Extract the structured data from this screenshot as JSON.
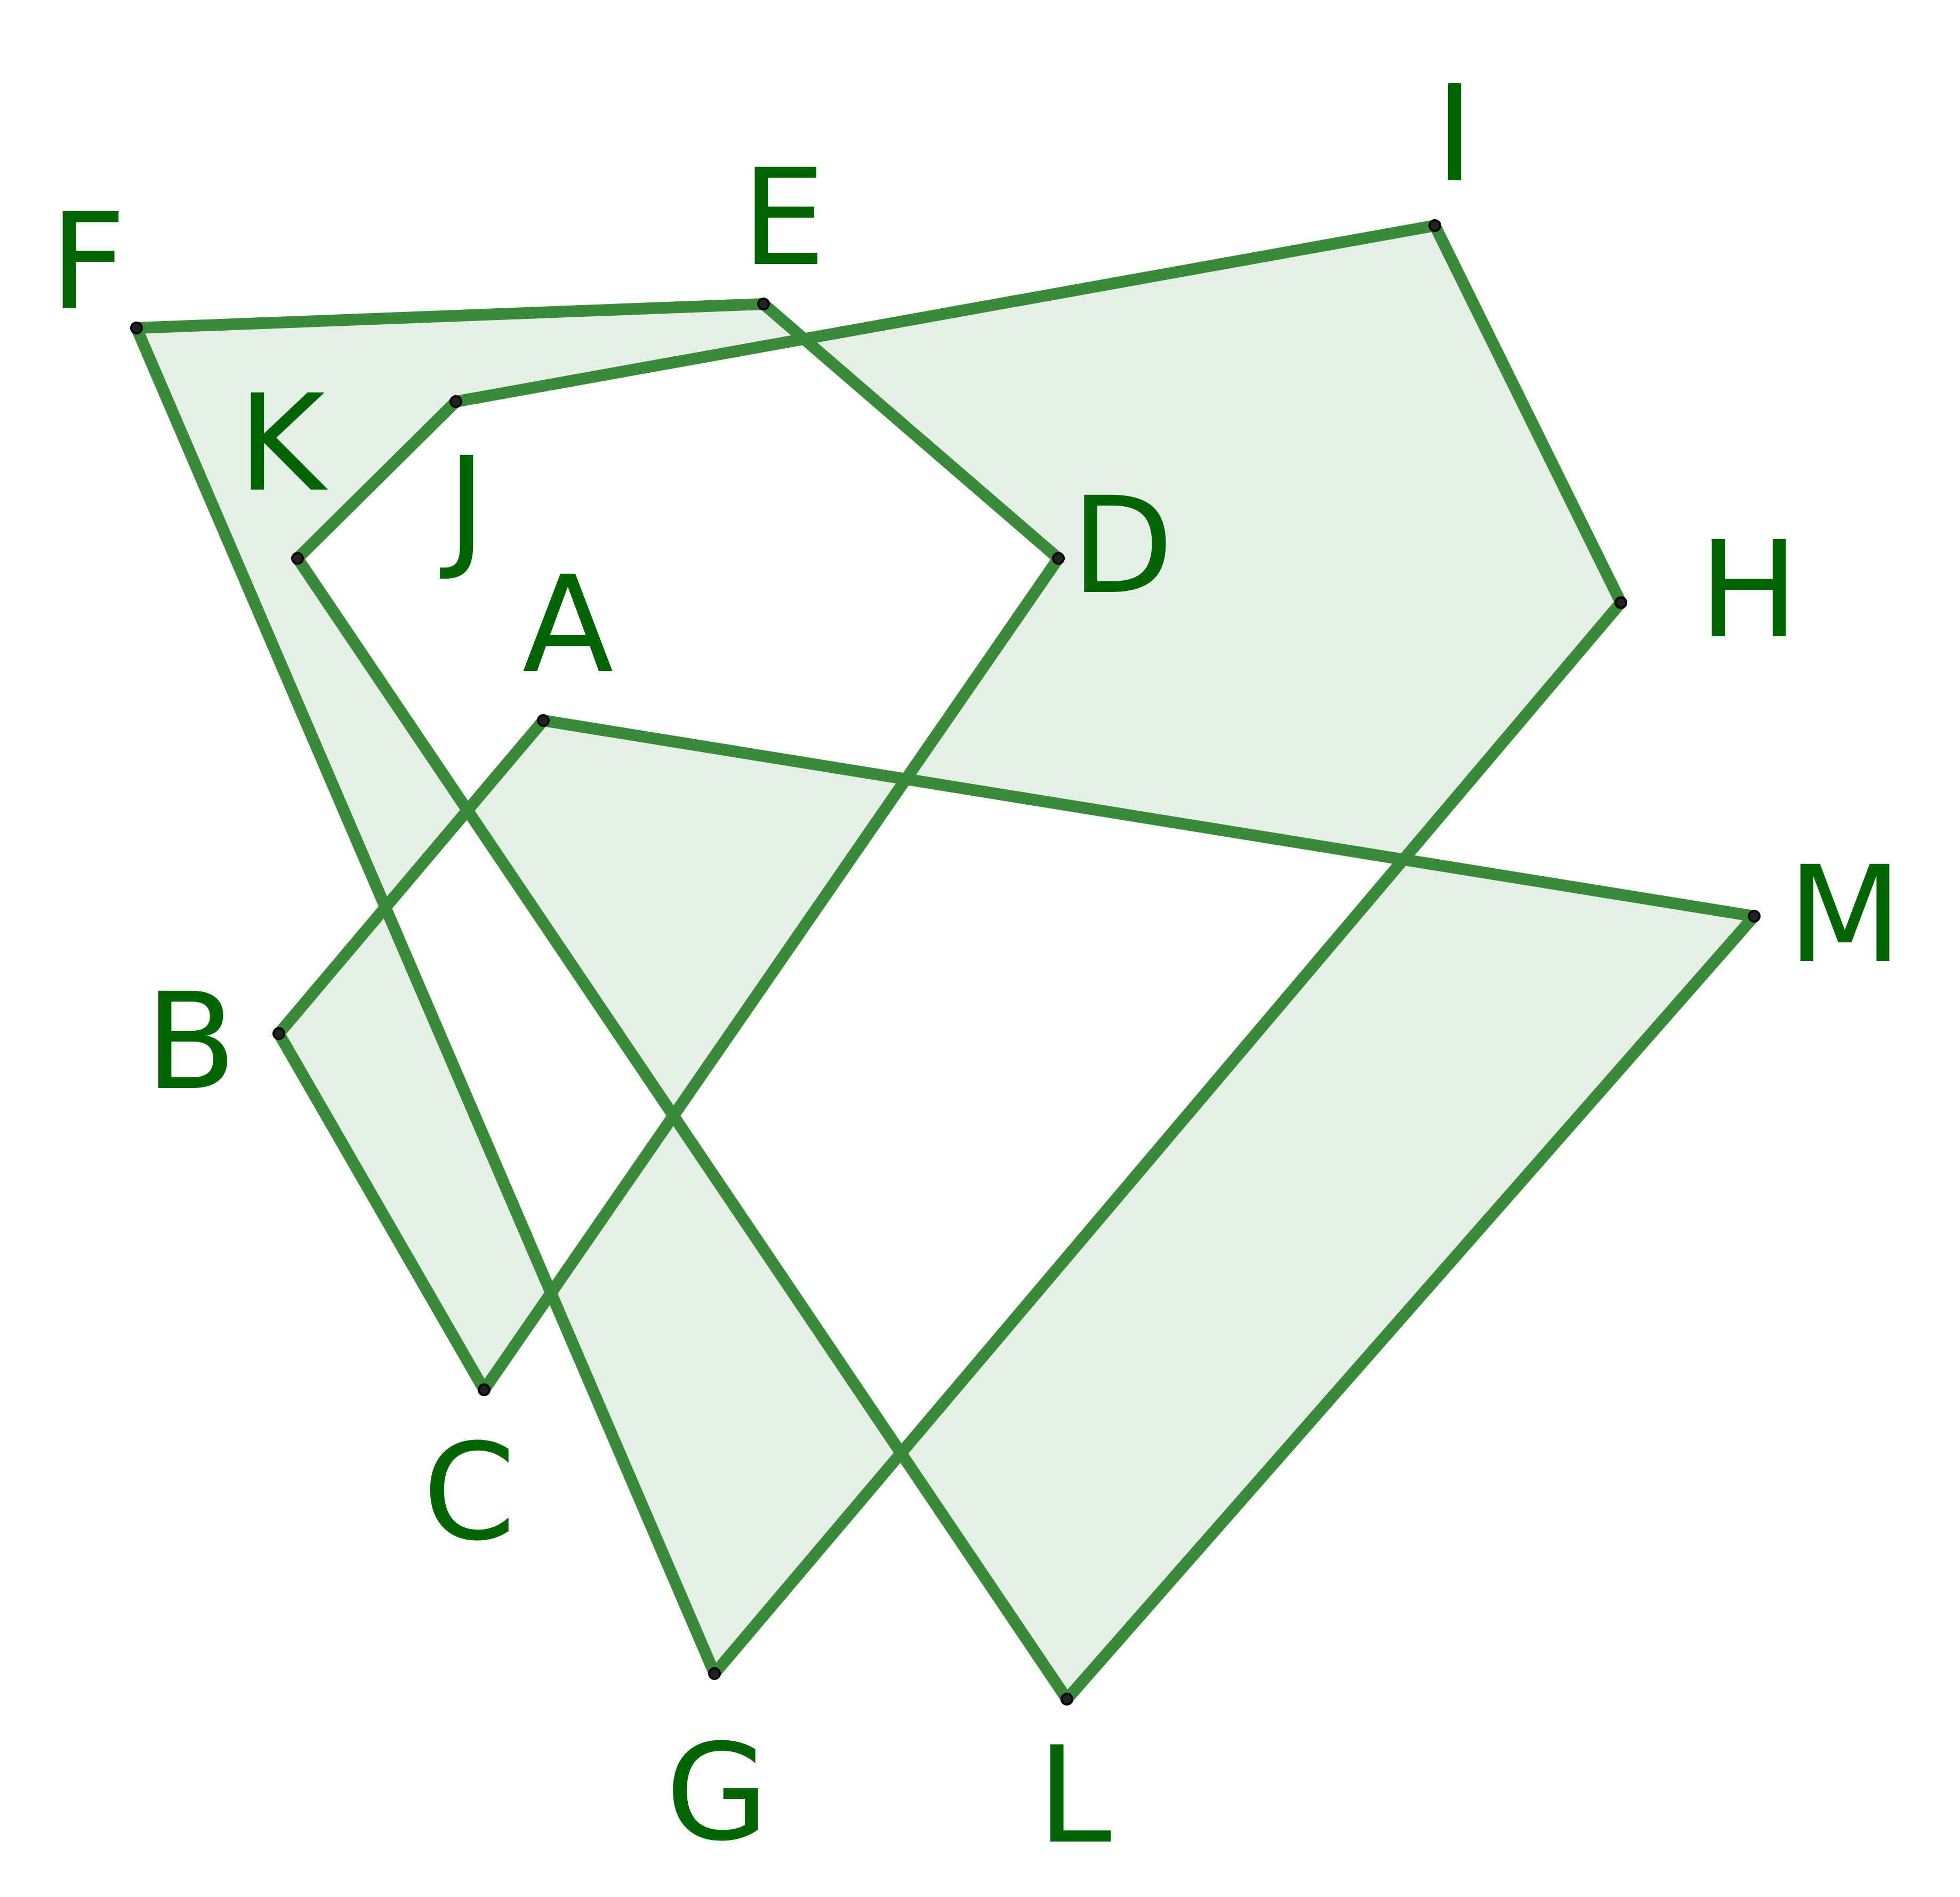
{
  "polygon": {
    "fill_color": "#006400",
    "edge_color": "#3a8a3a",
    "label_color": "#006400",
    "vertex_order": [
      "A",
      "B",
      "C",
      "D",
      "E",
      "F",
      "G",
      "H",
      "I",
      "J",
      "K",
      "L",
      "M"
    ]
  },
  "vertices": [
    {
      "id": "A",
      "label": "A"
    },
    {
      "id": "B",
      "label": "B"
    },
    {
      "id": "C",
      "label": "C"
    },
    {
      "id": "D",
      "label": "D"
    },
    {
      "id": "E",
      "label": "E"
    },
    {
      "id": "F",
      "label": "F"
    },
    {
      "id": "G",
      "label": "G"
    },
    {
      "id": "H",
      "label": "H"
    },
    {
      "id": "I",
      "label": "I"
    },
    {
      "id": "J",
      "label": "J"
    },
    {
      "id": "K",
      "label": "K"
    },
    {
      "id": "L",
      "label": "L"
    },
    {
      "id": "M",
      "label": "M"
    }
  ]
}
